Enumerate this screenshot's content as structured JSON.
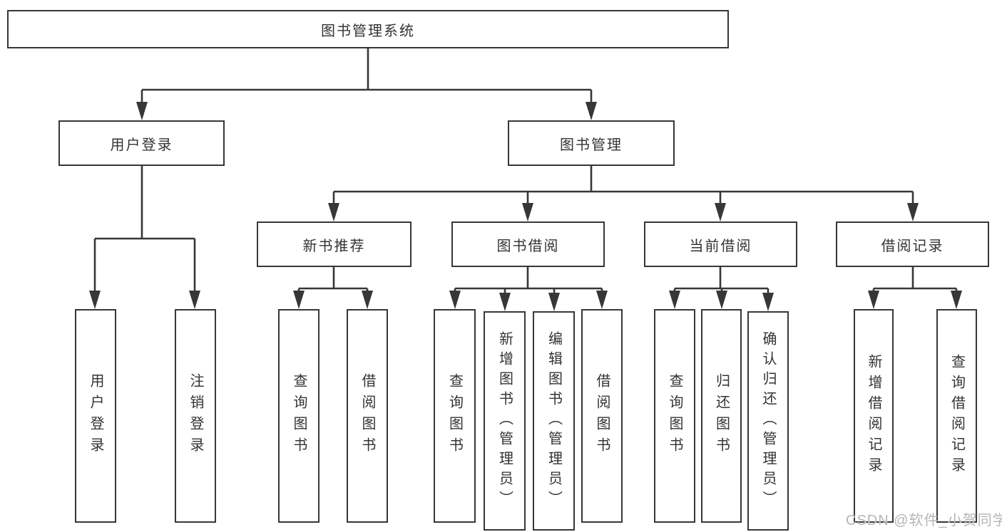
{
  "diagram": {
    "type": "hierarchy-tree",
    "root": {
      "label": "图书管理系统",
      "children": [
        {
          "label": "用户登录",
          "children": [
            {
              "label": "用户登录"
            },
            {
              "label": "注销登录"
            }
          ]
        },
        {
          "label": "图书管理",
          "children": [
            {
              "label": "新书推荐",
              "children": [
                {
                  "label": "查询图书"
                },
                {
                  "label": "借阅图书"
                }
              ]
            },
            {
              "label": "图书借阅",
              "children": [
                {
                  "label": "查询图书"
                },
                {
                  "label": "新增图书（管理员）"
                },
                {
                  "label": "编辑图书（管理员）"
                },
                {
                  "label": "借阅图书"
                }
              ]
            },
            {
              "label": "当前借阅",
              "children": [
                {
                  "label": "查询图书"
                },
                {
                  "label": "归还图书"
                },
                {
                  "label": "确认归还（管理员）"
                }
              ]
            },
            {
              "label": "借阅记录",
              "children": [
                {
                  "label": "新增借阅记录"
                },
                {
                  "label": "查询借阅记录"
                }
              ]
            }
          ]
        }
      ]
    },
    "colors": {
      "line": "#373737",
      "box_border": "#373737",
      "text": "#333333",
      "background": "#ffffff",
      "watermark": "#b5b5b5"
    }
  },
  "watermark": "CSDN @软件_小贺同学"
}
